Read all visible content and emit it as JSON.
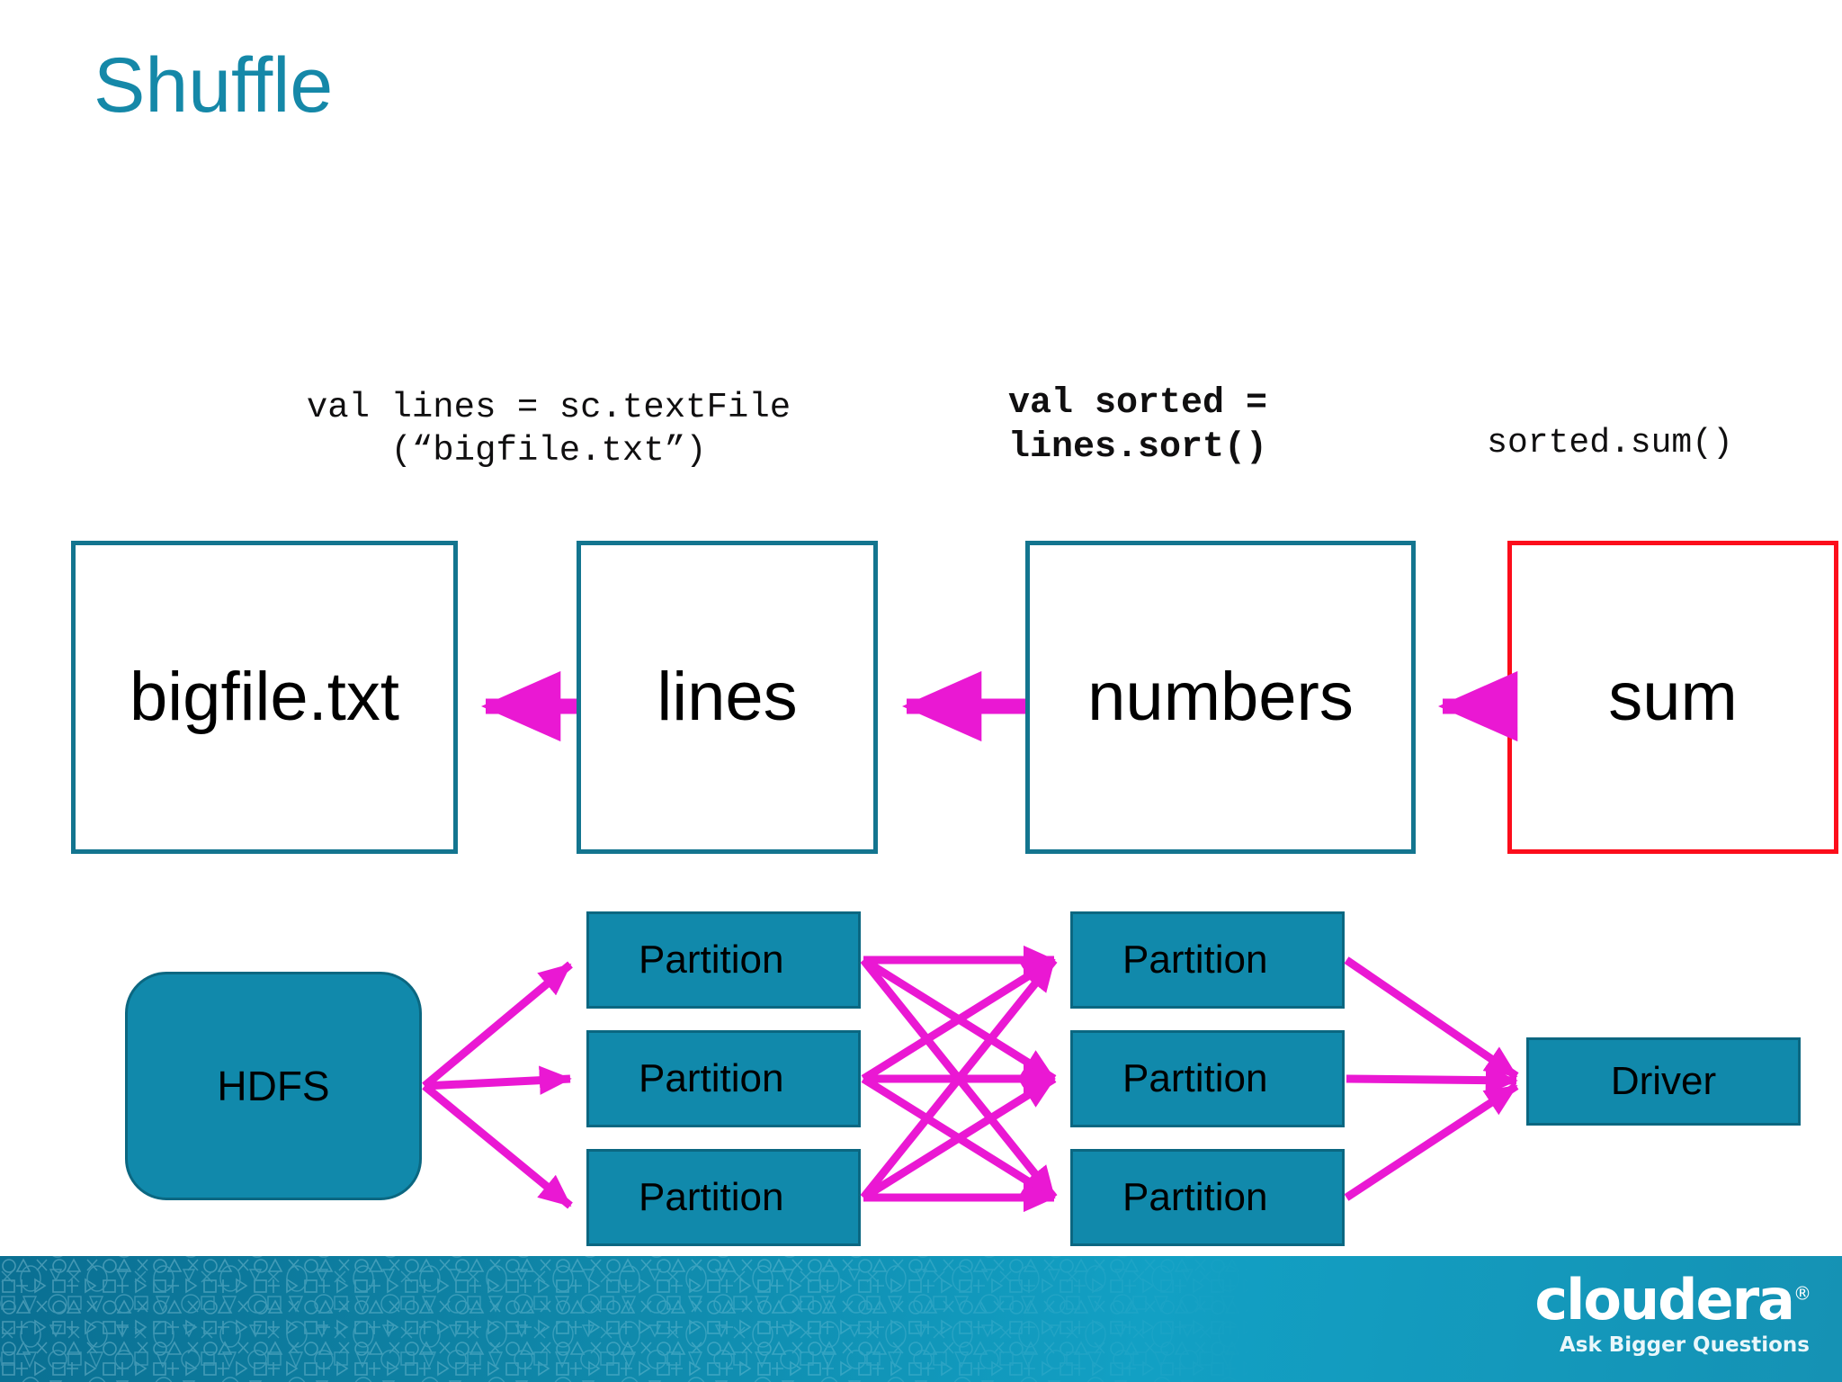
{
  "slide": {
    "title": "Shuffle",
    "title_color": "#1588a8",
    "background": "#ffffff"
  },
  "code_captions": [
    {
      "id": "textfile",
      "text": "val lines = sc.textFile\n(“bigfile.txt”)",
      "bold": false
    },
    {
      "id": "sort",
      "text": "val sorted =\nlines.sort()",
      "bold": true
    },
    {
      "id": "sum",
      "text": "sorted.sum()",
      "bold": false
    }
  ],
  "rdd_row": {
    "border_color": "#13758f",
    "highlight_border_color": "#fc0d1b",
    "arrow_color": "#ea18d3",
    "boxes": [
      {
        "label": "bigfile.txt",
        "highlighted": false
      },
      {
        "label": "lines",
        "highlighted": false
      },
      {
        "label": "numbers",
        "highlighted": false
      },
      {
        "label": "sum",
        "highlighted": true
      }
    ]
  },
  "execution_row": {
    "node_fill": "#1189ab",
    "node_border": "#0b6781",
    "arrow_color": "#ea18d3",
    "source": {
      "label": "HDFS"
    },
    "partitions_left": [
      {
        "label": "Partition"
      },
      {
        "label": "Partition"
      },
      {
        "label": "Partition"
      }
    ],
    "partitions_right": [
      {
        "label": "Partition"
      },
      {
        "label": "Partition"
      },
      {
        "label": "Partition"
      }
    ],
    "sink": {
      "label": "Driver"
    }
  },
  "footer": {
    "brand_name": "cloudera",
    "brand_registered": "®",
    "tagline": "Ask Bigger Questions",
    "band_color": "#0f84a6"
  }
}
